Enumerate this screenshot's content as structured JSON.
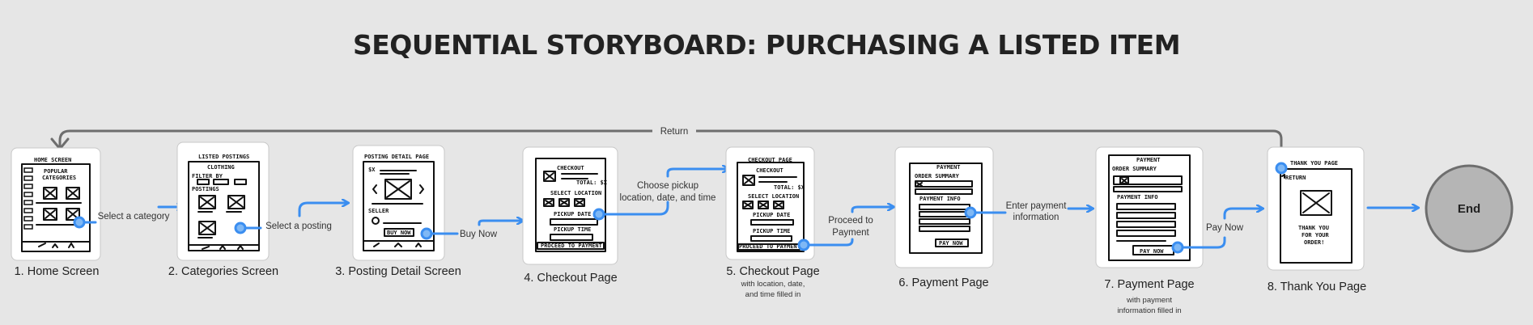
{
  "title": "SEQUENTIAL STORYBOARD: PURCHASING A LISTED ITEM",
  "steps": [
    {
      "label": "1. Home Screen",
      "sketch": [
        "HOME SCREEN",
        "POPULAR",
        "CATEGORIES"
      ]
    },
    {
      "label": "2. Categories Screen",
      "sketch": [
        "LISTED POSTINGS",
        "CLOTHING",
        "FILTER BY",
        "POSTINGS"
      ]
    },
    {
      "label": "3. Posting Detail Screen",
      "sketch": [
        "POSTING DETAIL PAGE",
        "$X",
        "SELLER",
        "BUY NOW"
      ]
    },
    {
      "label": "4. Checkout Page",
      "sketch": [
        "CHECKOUT",
        "TOTAL: $X",
        "SELECT LOCATION",
        "PICKUP DATE",
        "PICKUP TIME",
        "PROCEED TO PAYMENT"
      ]
    },
    {
      "label": "5. Checkout Page",
      "sublines": [
        "with location, date,",
        "and time filled in"
      ],
      "sketch": [
        "CHECKOUT PAGE",
        "CHECKOUT",
        "TOTAL: $X",
        "SELECT LOCATION",
        "PICKUP DATE",
        "PICKUP TIME",
        "PROCEED TO PAYMENT"
      ]
    },
    {
      "label": "6. Payment Page",
      "sketch": [
        "PAYMENT",
        "ORDER SUMMARY",
        "PAYMENT INFO",
        "PAY NOW"
      ]
    },
    {
      "label": "7. Payment Page",
      "sublines": [
        "with payment",
        "information filled in"
      ],
      "sketch": [
        "PAYMENT",
        "ORDER SUMMARY",
        "PAYMENT INFO",
        "PAY NOW"
      ]
    },
    {
      "label": "8. Thank You Page",
      "sketch": [
        "THANK YOU PAGE",
        "RETURN",
        "THANK YOU",
        "FOR YOUR",
        "ORDER!"
      ]
    }
  ],
  "actions": [
    {
      "lines": [
        "Select a category"
      ]
    },
    {
      "lines": [
        "Select a posting"
      ]
    },
    {
      "lines": [
        "Buy Now"
      ]
    },
    {
      "lines": [
        "Choose pickup",
        "location, date, and time"
      ]
    },
    {
      "lines": [
        "Proceed to",
        "Payment"
      ]
    },
    {
      "lines": [
        "Enter payment",
        "information"
      ]
    },
    {
      "lines": [
        "Pay Now"
      ]
    }
  ],
  "return_label": "Return",
  "end_label": "End",
  "colors": {
    "arrow": "#3b8ef0",
    "return_arrow": "#6e6e6e",
    "end_fill": "#b5b5b5",
    "background": "#e6e6e6"
  }
}
